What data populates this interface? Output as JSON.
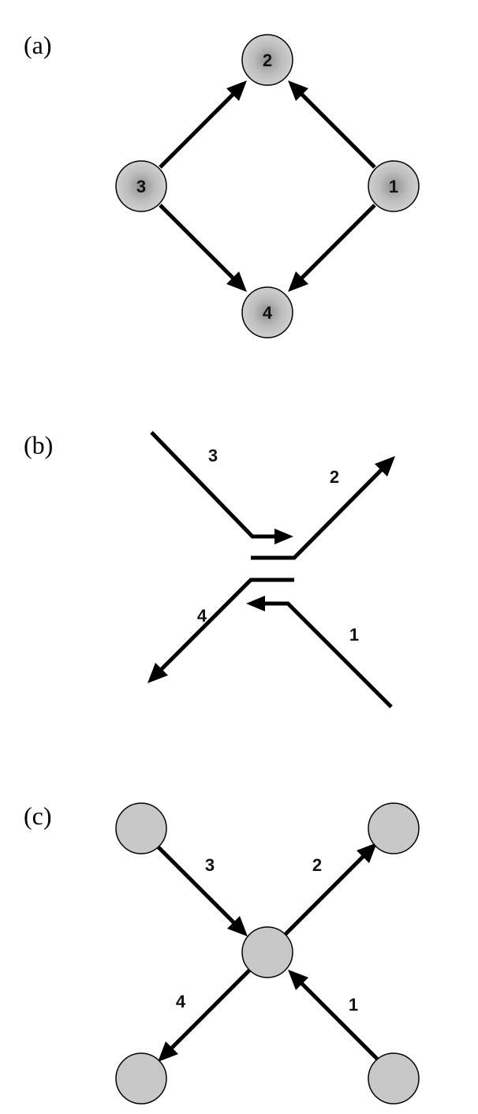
{
  "panels": [
    {
      "label": "(a)",
      "node_labels": [
        "1",
        "2",
        "3",
        "4"
      ]
    },
    {
      "label": "(b)",
      "edge_labels": [
        "1",
        "2",
        "3",
        "4"
      ]
    },
    {
      "label": "(c)",
      "edge_labels": [
        "1",
        "2",
        "3",
        "4"
      ]
    }
  ],
  "colors": {
    "node_fill": "#c8c8c8",
    "stroke": "#000000"
  }
}
